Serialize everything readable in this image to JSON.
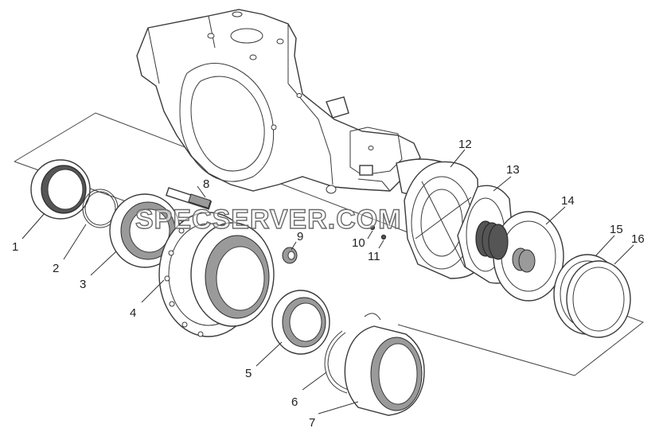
{
  "watermark": "SPECSERVER.COM",
  "callouts": [
    "1",
    "2",
    "3",
    "4",
    "5",
    "6",
    "7",
    "8",
    "9",
    "10",
    "11",
    "12",
    "13",
    "14",
    "15",
    "16"
  ],
  "colors": {
    "line": "#3a3a3a",
    "background": "#ffffff",
    "label": "#222222"
  }
}
